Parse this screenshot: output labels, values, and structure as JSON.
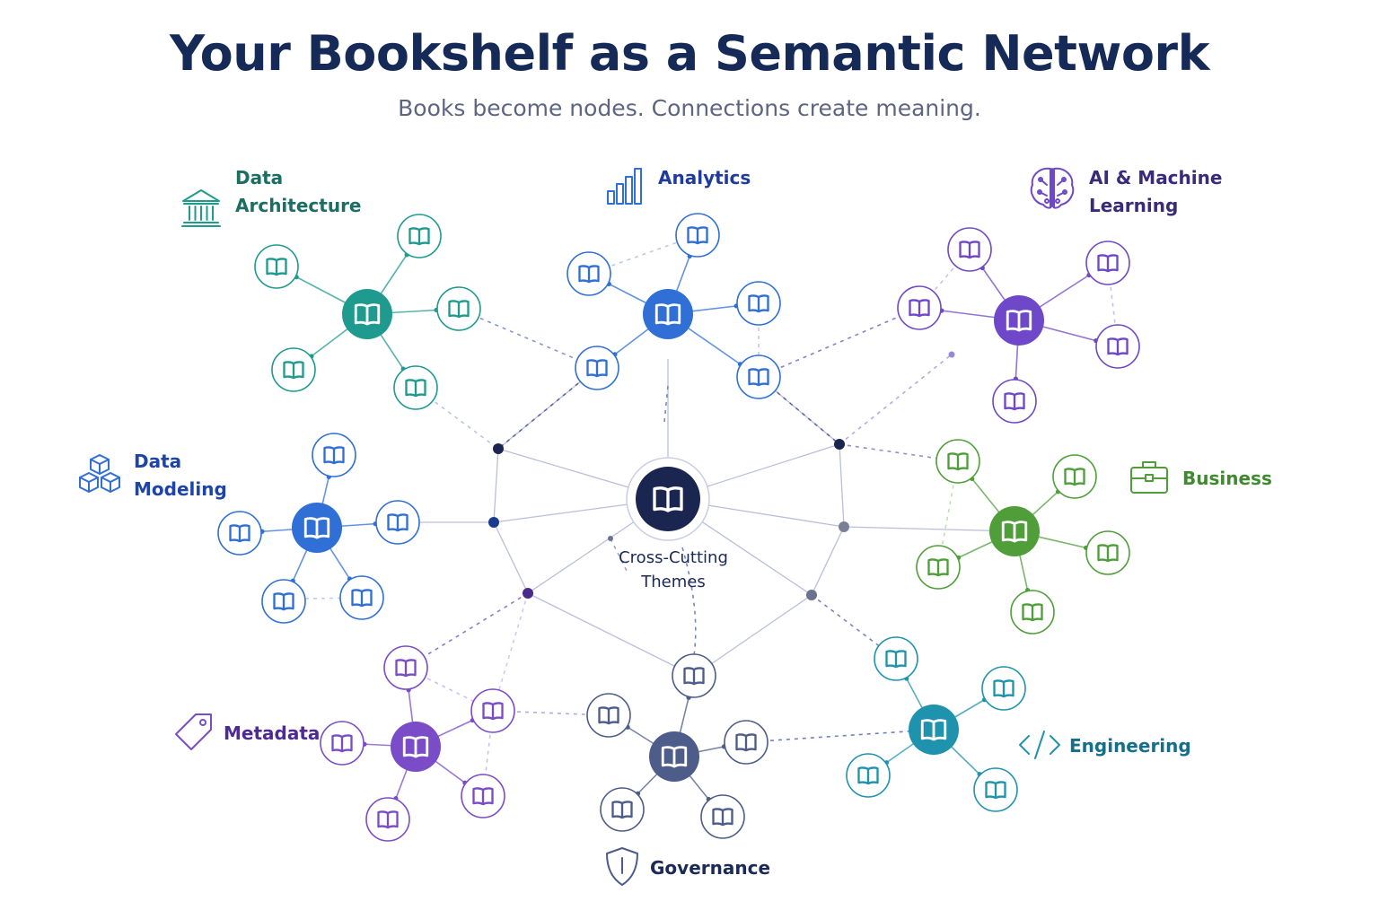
{
  "title": "Your Bookshelf as a Semantic Network",
  "subtitle": "Books become nodes. Connections create meaning.",
  "center": {
    "label": "Cross-Cutting\nThemes",
    "color": "#1a2550"
  },
  "clusters": [
    {
      "id": "data-architecture",
      "label": "Data\nArchitecture",
      "icon": "building-columns-icon",
      "color": "#1f9a8e"
    },
    {
      "id": "analytics",
      "label": "Analytics",
      "icon": "bar-chart-icon",
      "color": "#2f6fd6"
    },
    {
      "id": "ai-machine-learning",
      "label": "AI & Machine\nLearning",
      "icon": "brain-circuit-icon",
      "color": "#6e48c8"
    },
    {
      "id": "data-modeling",
      "label": "Data\nModeling",
      "icon": "cubes-icon",
      "color": "#2f6fd6"
    },
    {
      "id": "business",
      "label": "Business",
      "icon": "briefcase-icon",
      "color": "#4f9e3a"
    },
    {
      "id": "metadata",
      "label": "Metadata",
      "icon": "tag-icon",
      "color": "#7a4cc8"
    },
    {
      "id": "governance",
      "label": "Governance",
      "icon": "shield-icon",
      "color": "#4d5c88"
    },
    {
      "id": "engineering",
      "label": "Engineering",
      "icon": "code-icon",
      "color": "#1f93ad"
    }
  ]
}
